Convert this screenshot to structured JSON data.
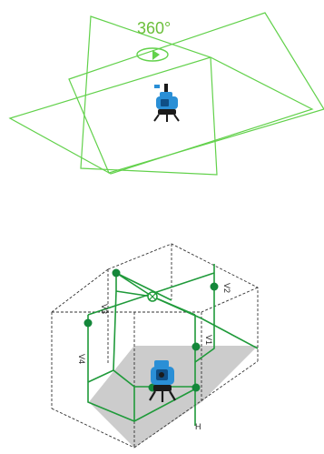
{
  "top_diagram": {
    "rotation_label": "360°",
    "laser_color": "#62d14b",
    "label_color": "#6bbf3a"
  },
  "bottom_diagram": {
    "labels": {
      "v1": "V1",
      "v2": "V2",
      "v3": "V3",
      "v4": "V4",
      "h": "H"
    },
    "laser_color": "#1f9a3a",
    "dot_color": "#14873a",
    "floor_color": "#cccccc",
    "box_line_color": "#333333"
  },
  "device": {
    "body_color": "#2a8fd6",
    "dark_color": "#1b1b1b"
  }
}
